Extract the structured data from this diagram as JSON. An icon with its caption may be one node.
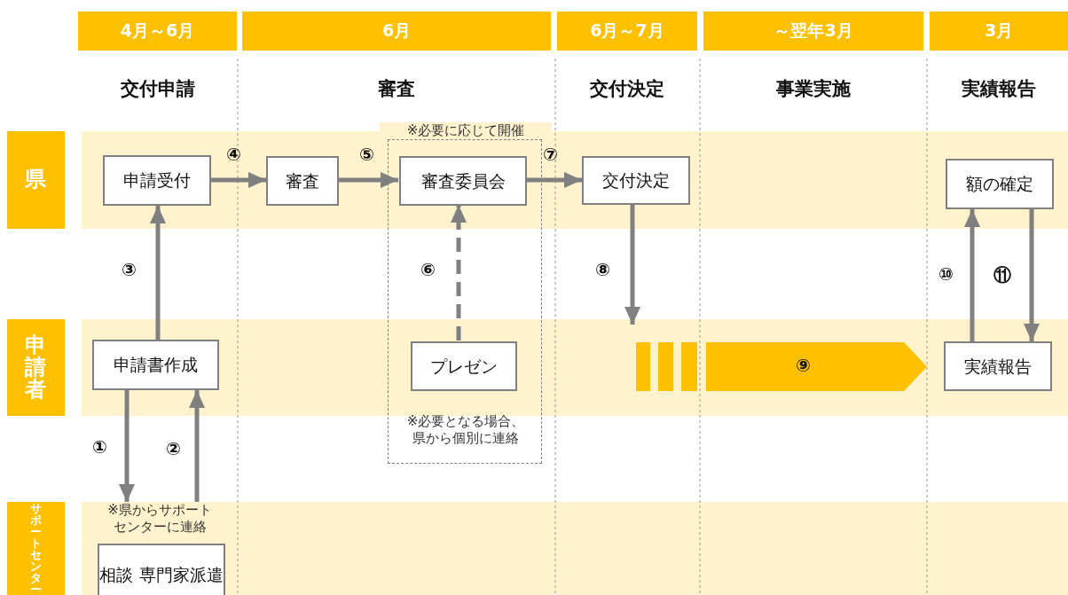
{
  "diagram": {
    "nodes": [
      {
        "text": [
          "4月～6月"
        ]
      },
      {
        "text": [
          "6月"
        ]
      },
      {
        "text": [
          "6月～7月"
        ]
      },
      {
        "text": [
          "～翌年3月"
        ]
      },
      {
        "text": [
          "3月"
        ]
      },
      {
        "text": [
          "県"
        ]
      },
      {
        "text": [
          "申請者"
        ]
      },
      {
        "text": [
          "サポートセンター"
        ]
      },
      {
        "text": [
          "申請受付"
        ]
      },
      {
        "text": [
          "審査"
        ]
      },
      {
        "text": [
          "※必要に応じて開催",
          "※必要となる場合、県から個別に連絡"
        ]
      },
      {
        "text": [
          "審査委員会"
        ],
        "in": 10
      },
      {
        "text": [
          "プレゼン"
        ],
        "in": 10
      },
      {
        "text": [
          "交付決定"
        ]
      },
      {
        "text": [
          "額の確定"
        ]
      },
      {
        "text": [
          "申請書作成"
        ]
      },
      {
        "text": [
          "⑨"
        ]
      },
      {
        "text": [
          "実績報告"
        ]
      },
      {
        "text": [
          "相談 専門家派遣"
        ],
        "beside": [
          "※県からサポートセンターに連絡"
        ]
      }
    ],
    "edges": [
      {
        "from": 15,
        "to": 18,
        "arrow": "to",
        "label": "①"
      },
      {
        "from": 18,
        "to": 15,
        "arrow": "to",
        "label": "②"
      },
      {
        "from": 15,
        "to": 8,
        "arrow": "to",
        "label": "③"
      },
      {
        "from": 8,
        "to": 9,
        "arrow": "to",
        "label": "④"
      },
      {
        "from": 9,
        "to": 11,
        "arrow": "to",
        "label": "⑤"
      },
      {
        "from": 12,
        "to": 11,
        "arrow": "to",
        "label": "⑥",
        "style": "dashed"
      },
      {
        "from": 11,
        "to": 13,
        "arrow": "to",
        "label": "⑦"
      },
      {
        "from": 13,
        "to": 16,
        "arrow": "to",
        "label": "⑧"
      },
      {
        "from": 17,
        "to": 14,
        "arrow": "to",
        "label": "⑩"
      },
      {
        "from": 14,
        "to": 17,
        "arrow": "to",
        "label": "⑪"
      }
    ],
    "labels": [
      "交付申請",
      "審査",
      "交付決定",
      "事業実施",
      "実績報告"
    ]
  }
}
